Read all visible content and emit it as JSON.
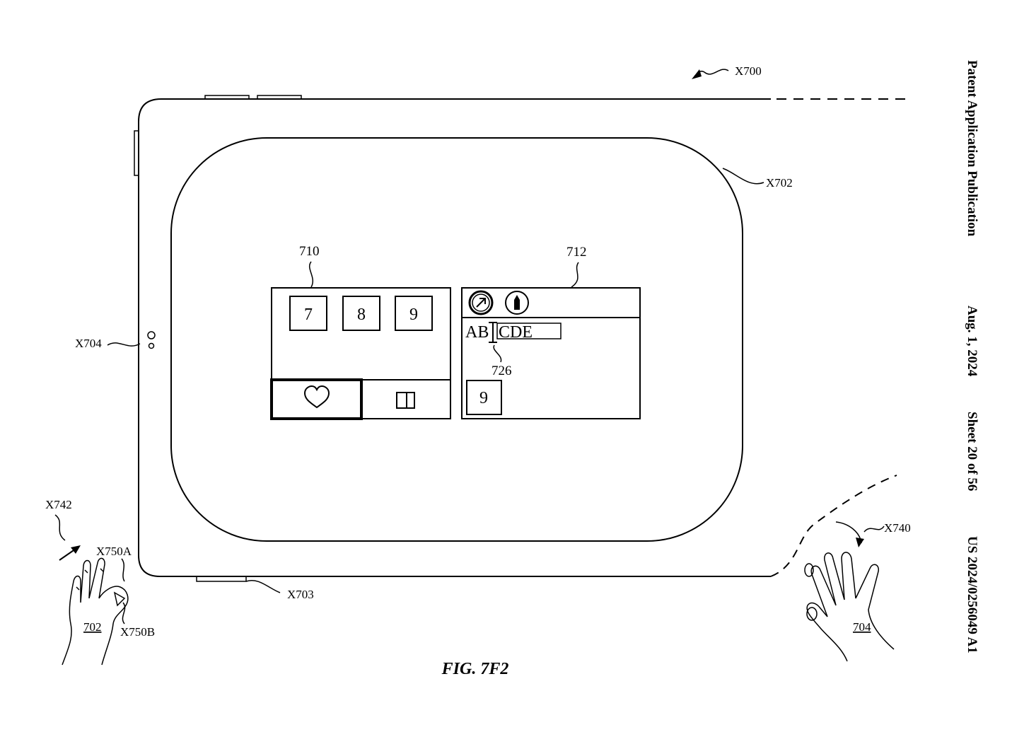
{
  "header": {
    "publication": "Patent Application Publication",
    "date": "Aug. 1, 2024",
    "sheet": "Sheet 20 of 56",
    "number": "US 2024/0256049 A1"
  },
  "figure_label": "FIG. 7F2",
  "refs": {
    "system": "X700",
    "display": "X702",
    "bottom_button": "X703",
    "camera": "X704",
    "left_motion": "X742",
    "right_motion": "X740",
    "pinch_a": "X750A",
    "pinch_b": "X750B",
    "left_hand": "702",
    "right_hand": "704",
    "window_a": "710",
    "window_b": "712",
    "cursor": "726"
  },
  "window_a": {
    "keys": [
      "7",
      "8",
      "9"
    ],
    "buttons": [
      "heart-icon",
      "window-icon"
    ]
  },
  "window_b": {
    "toolbar": [
      "navigate-icon",
      "pencil-icon"
    ],
    "text_before": "AB",
    "text_selected": "CDE",
    "dropped_key": "9"
  }
}
